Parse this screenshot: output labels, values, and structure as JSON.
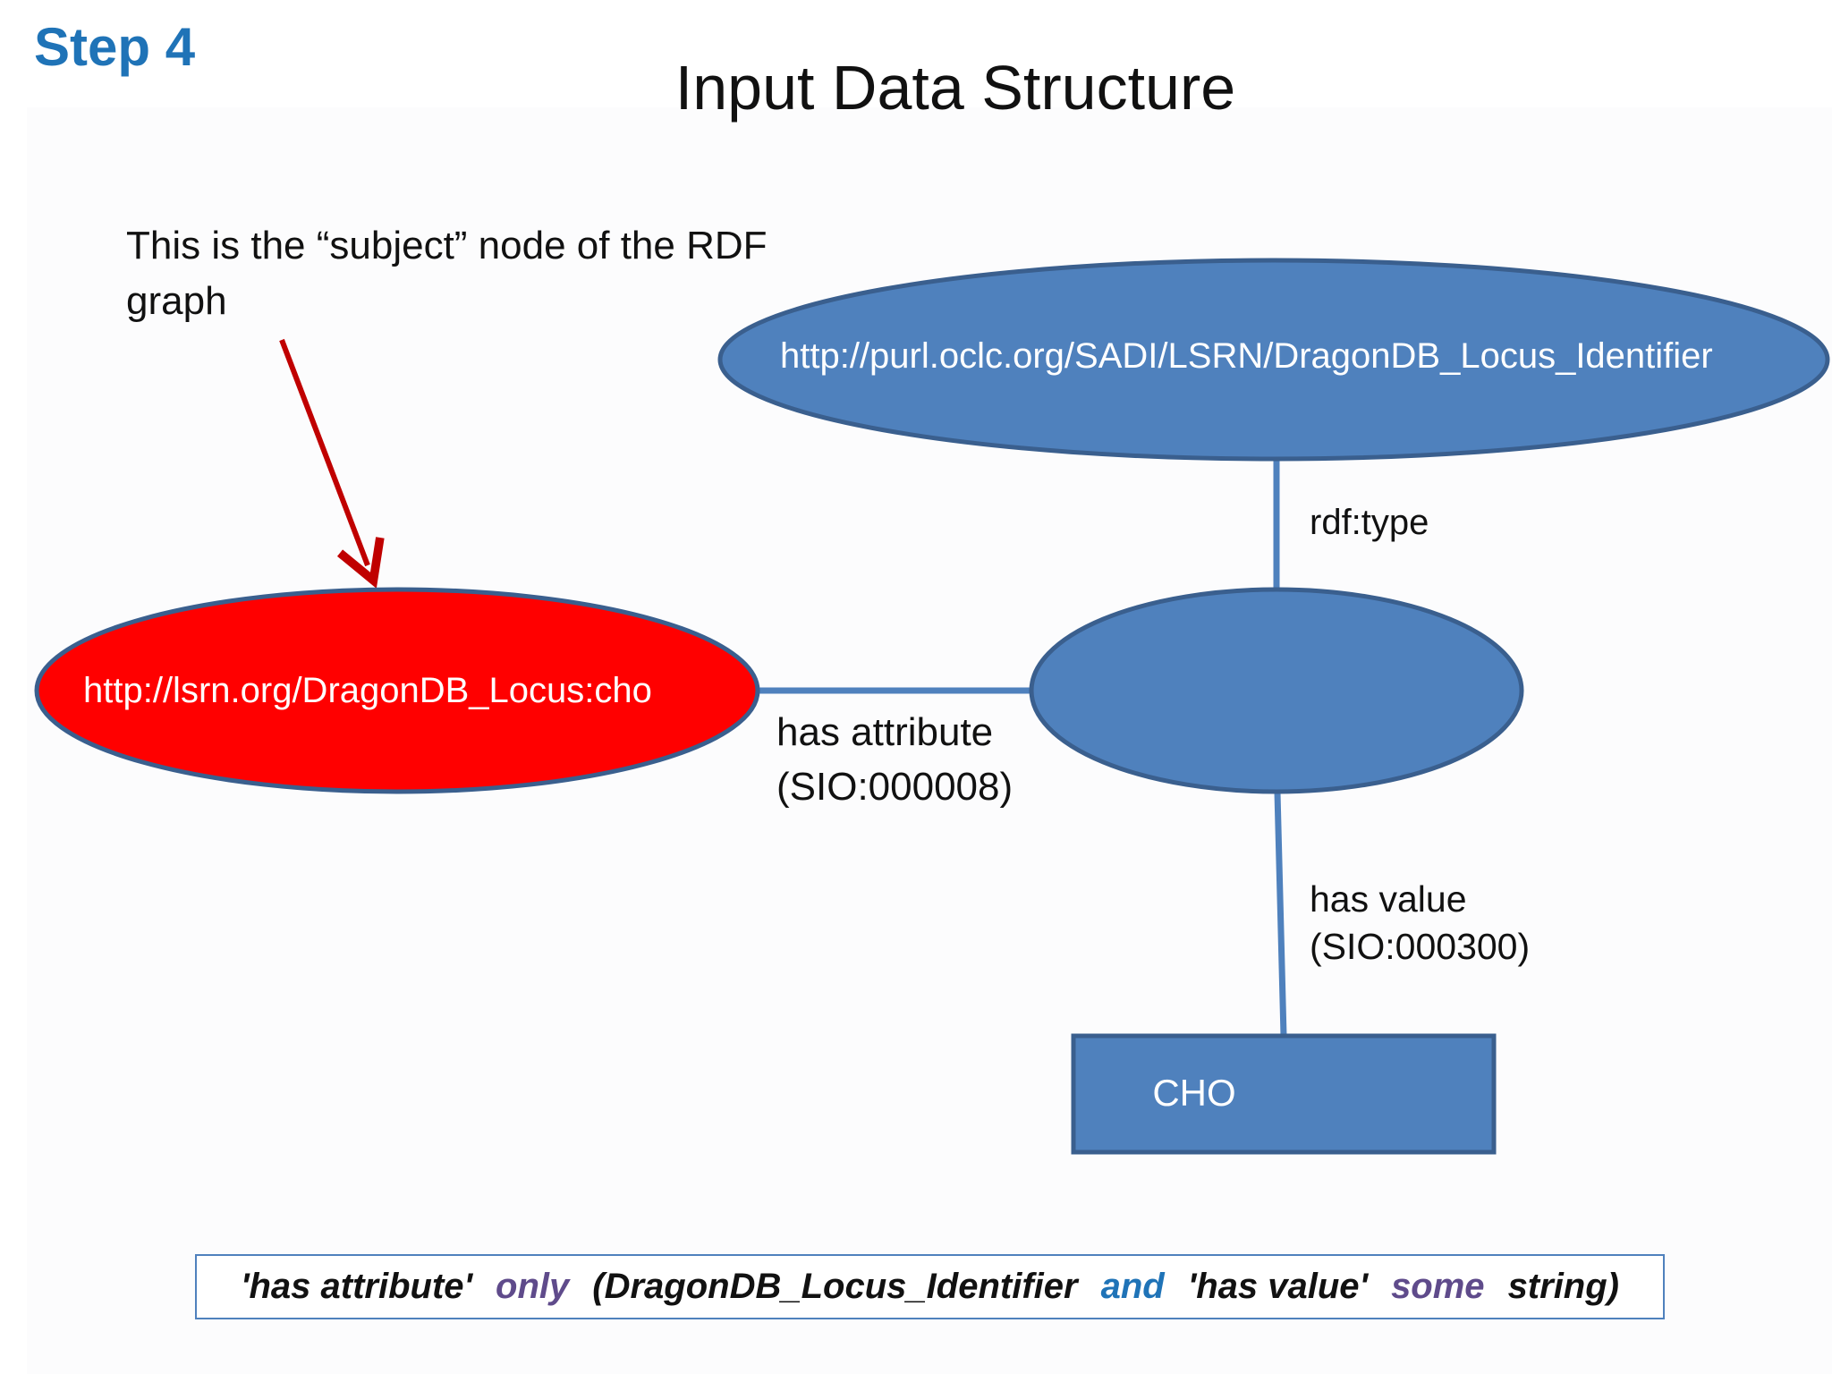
{
  "slide": {
    "step_label": "Step 4",
    "title": "Input Data Structure",
    "note": "This is the “subject” node of the RDF graph"
  },
  "diagram": {
    "nodes": {
      "class": {
        "label": "http://purl.oclc.org/SADI/LSRN/DragonDB_Locus_Identifier",
        "fill": "#4f81bd"
      },
      "subject": {
        "label": "http://lsrn.org/DragonDB_Locus:cho",
        "fill": "#ff0000"
      },
      "attribute": {
        "label": "",
        "fill": "#4f81bd"
      },
      "value": {
        "label": "CHO",
        "fill": "#4f81bd"
      }
    },
    "edges": {
      "rdf_type": "rdf:type",
      "has_attribute": "has attribute (SIO:000008)",
      "has_value": "has value (SIO:000300)"
    },
    "arrow_color": "#c00000",
    "line_color": "#4f81bd"
  },
  "restriction": {
    "parts": [
      {
        "text": "'has attribute'",
        "style": "plain"
      },
      {
        "text": "only",
        "style": "purple"
      },
      {
        "text": "(DragonDB_Locus_Identifier",
        "style": "plain"
      },
      {
        "text": "and",
        "style": "blue"
      },
      {
        "text": "'has value'",
        "style": "plain"
      },
      {
        "text": "some",
        "style": "purple"
      },
      {
        "text": "string)",
        "style": "plain"
      }
    ]
  }
}
